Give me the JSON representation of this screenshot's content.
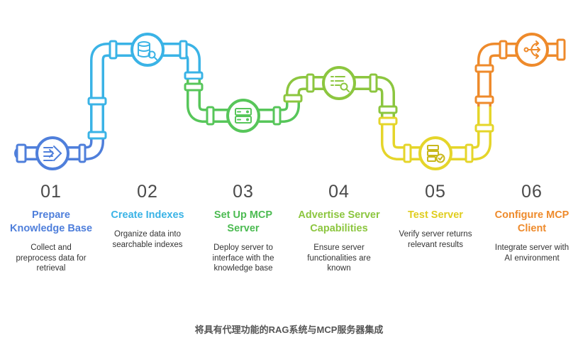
{
  "colors": {
    "blue": "#4f7fdb",
    "cyan": "#3ab3e6",
    "green": "#57c65a",
    "lime": "#8cc63f",
    "yellow": "#e5d52a",
    "orange": "#ee8a2b"
  },
  "steps": [
    {
      "number": "01",
      "title": "Prepare Knowledge Base",
      "description": "Collect and preprocess data for retrieval",
      "icon": "layers-icon"
    },
    {
      "number": "02",
      "title": "Create Indexes",
      "description": "Organize data into searchable indexes",
      "icon": "database-search-icon"
    },
    {
      "number": "03",
      "title": "Set Up MCP Server",
      "description": "Deploy server to interface with the knowledge base",
      "icon": "server-icon"
    },
    {
      "number": "04",
      "title": "Advertise Server Capabilities",
      "description": "Ensure server functionalities are known",
      "icon": "list-search-icon"
    },
    {
      "number": "05",
      "title": "Test Server",
      "description": "Verify server returns relevant results",
      "icon": "server-check-icon"
    },
    {
      "number": "06",
      "title": "Configure MCP Client",
      "description": "Integrate server with AI environment",
      "icon": "share-icon"
    }
  ],
  "caption": "将具有代理功能的RAG系统与MCP服务器集成"
}
